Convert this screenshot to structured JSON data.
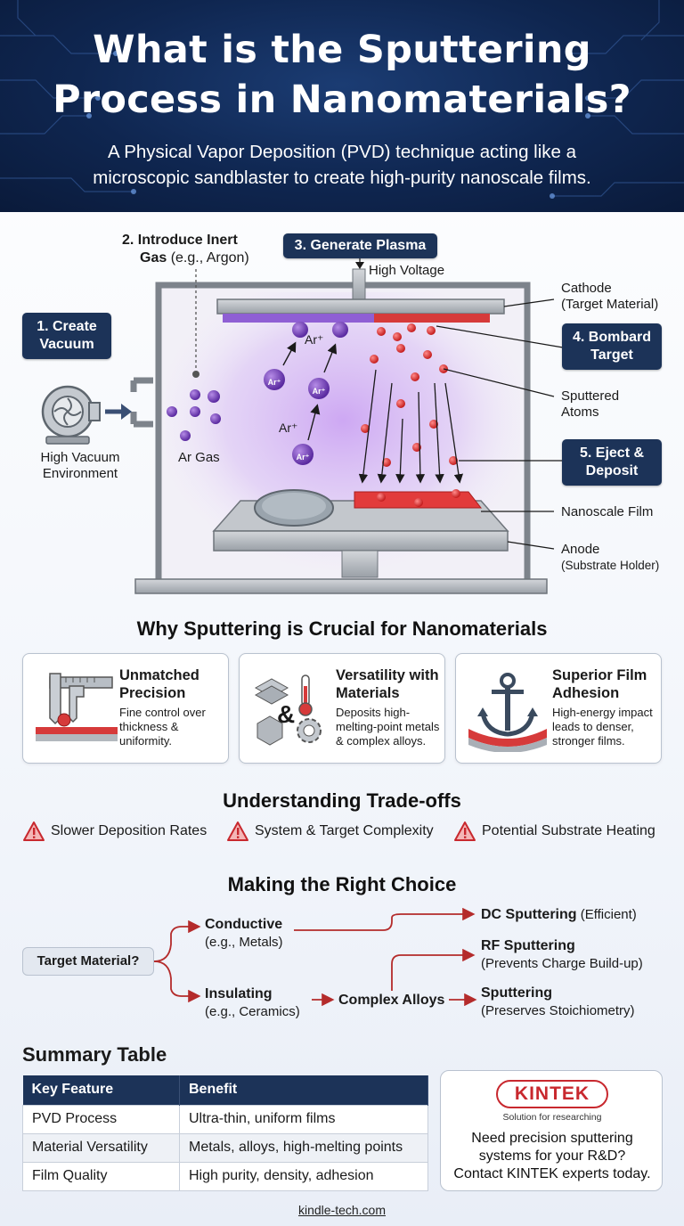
{
  "header": {
    "title_line1": "What is the Sputtering",
    "title_line2": "Process in Nanomaterials?",
    "subtitle_line1": "A Physical Vapor Deposition (PVD) technique acting like a",
    "subtitle_line2": "microscopic sandblaster to create high-purity nanoscale films."
  },
  "diagram": {
    "step1_line1": "1. Create",
    "step1_line2": "Vacuum",
    "pump_label_line1": "High Vacuum",
    "pump_label_line2": "Environment",
    "step2_line1": "2. Introduce Inert",
    "step2_line2_bold": "Gas",
    "step2_line2_rest": " (e.g., Argon)",
    "ar_gas": "Ar Gas",
    "step3": "3. Generate Plasma",
    "high_voltage": "High Voltage",
    "cathode_line1": "Cathode",
    "cathode_line2": "(Target Material)",
    "step4_line1": "4. Bombard",
    "step4_line2": "Target",
    "sputtered_line1": "Sputtered",
    "sputtered_line2": "Atoms",
    "step5_line1": "5. Eject &",
    "step5_line2": "Deposit",
    "film": "Nanoscale Film",
    "anode_line1": "Anode",
    "anode_line2": "(Substrate Holder)",
    "ion_label": "Ar⁺",
    "ion_inner": "Ar⁺"
  },
  "why": {
    "heading": "Why Sputtering is Crucial for Nanomaterials",
    "cards": [
      {
        "title_line1": "Unmatched",
        "title_line2": "Precision",
        "desc_line1": "Fine control over",
        "desc_line2": "thickness &",
        "desc_line3": "uniformity."
      },
      {
        "title_line1": "Versatility with",
        "title_line2": "Materials",
        "desc_line1": "Deposits high-",
        "desc_line2": "melting-point metals",
        "desc_line3": "& complex alloys."
      },
      {
        "title_line1": "Superior Film",
        "title_line2": "Adhesion",
        "desc_line1": "High-energy impact",
        "desc_line2": "leads to denser,",
        "desc_line3": "stronger films."
      }
    ],
    "amp": "&"
  },
  "tradeoffs": {
    "heading": "Understanding Trade-offs",
    "items": [
      "Slower Deposition Rates",
      "System & Target Complexity",
      "Potential Substrate Heating"
    ]
  },
  "choice": {
    "heading": "Making the Right Choice",
    "start": "Target Material?",
    "conductive": "Conductive",
    "conductive_eg": "(e.g., Metals)",
    "insulating": "Insulating",
    "insulating_eg": "(e.g., Ceramics)",
    "alloys": "Complex Alloys",
    "dc_bold": "DC Sputtering",
    "dc_rest": " (Efficient)",
    "rf_bold": "RF Sputtering",
    "rf_rest": "(Prevents Charge Build-up)",
    "sp_bold": "Sputtering",
    "sp_rest": "(Preserves Stoichiometry)"
  },
  "summary": {
    "heading": "Summary Table",
    "columns": [
      "Key Feature",
      "Benefit"
    ],
    "rows": [
      [
        "PVD Process",
        "Ultra-thin, uniform films"
      ],
      [
        "Material Versatility",
        "Metals, alloys, high-melting points"
      ],
      [
        "Film Quality",
        "High purity, density, adhesion"
      ]
    ]
  },
  "kintek": {
    "logo": "KINTEK",
    "tagline": "Solution for researching",
    "cta_line1": "Need precision sputtering",
    "cta_line2": "systems for your R&D?",
    "cta_line3": "Contact KINTEK experts today."
  },
  "footer": "kindle-tech.com",
  "colors": {
    "navy": "#1c3358",
    "accent_red": "#c8282e",
    "plasma": "#b57de8",
    "header_bg": "#0f2650"
  }
}
